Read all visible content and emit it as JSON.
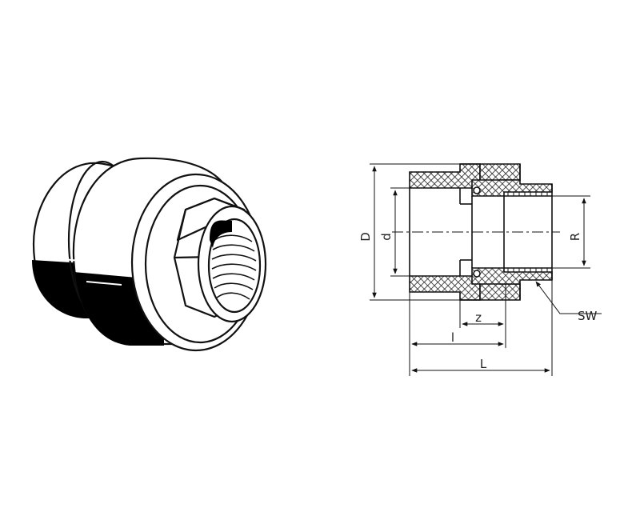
{
  "colors": {
    "ink": "#111111",
    "paper": "#ffffff",
    "hatch": "#222222"
  },
  "labels": {
    "D": "D",
    "d": "d",
    "R": "R",
    "SW": "SW",
    "z": "z",
    "l": "l",
    "L": "L"
  }
}
